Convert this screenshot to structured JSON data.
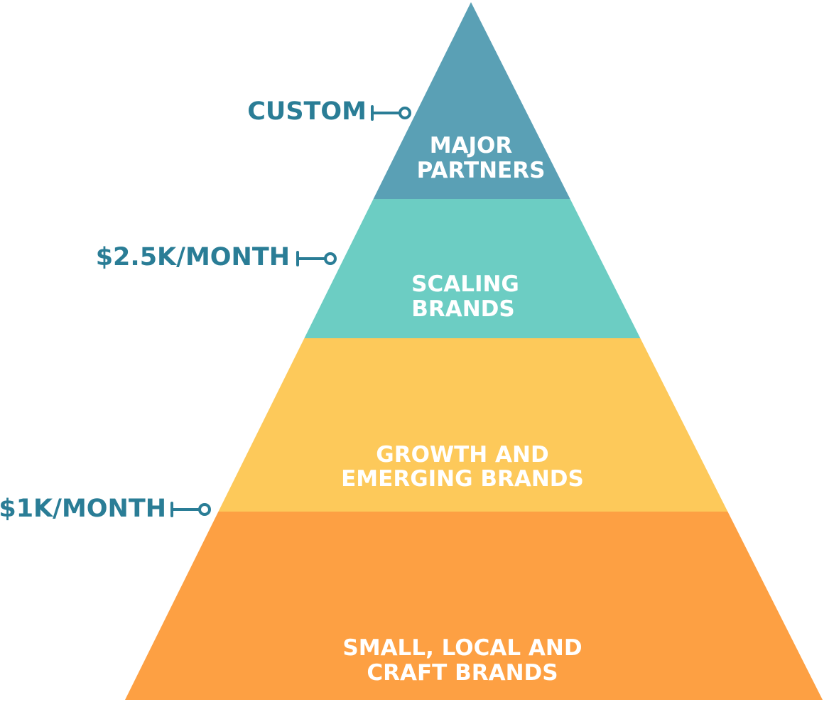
{
  "tiers": [
    {
      "id": "major",
      "lines": [
        "MAJOR",
        "PARTNERS"
      ],
      "color": "#5aa0b5"
    },
    {
      "id": "scaling",
      "lines": [
        "SCALING",
        "BRANDS"
      ],
      "color": "#6ccdc3"
    },
    {
      "id": "growth",
      "lines": [
        "GROWTH AND",
        "EMERGING BRANDS"
      ],
      "color": "#fdc95a"
    },
    {
      "id": "small",
      "lines": [
        "SMALL, LOCAL AND",
        "CRAFT BRANDS"
      ],
      "color": "#fda043"
    }
  ],
  "price_labels": [
    {
      "id": "custom",
      "text": "CUSTOM",
      "tier_index": 0
    },
    {
      "id": "2-5k-month",
      "text": "$2.5K/MONTH",
      "tier_index": 1
    },
    {
      "id": "1k-month",
      "text": "$1K/MONTH",
      "tier_index": 2
    }
  ],
  "colors": {
    "label_text": "#2a7d96",
    "tier_text": "#ffffff"
  }
}
